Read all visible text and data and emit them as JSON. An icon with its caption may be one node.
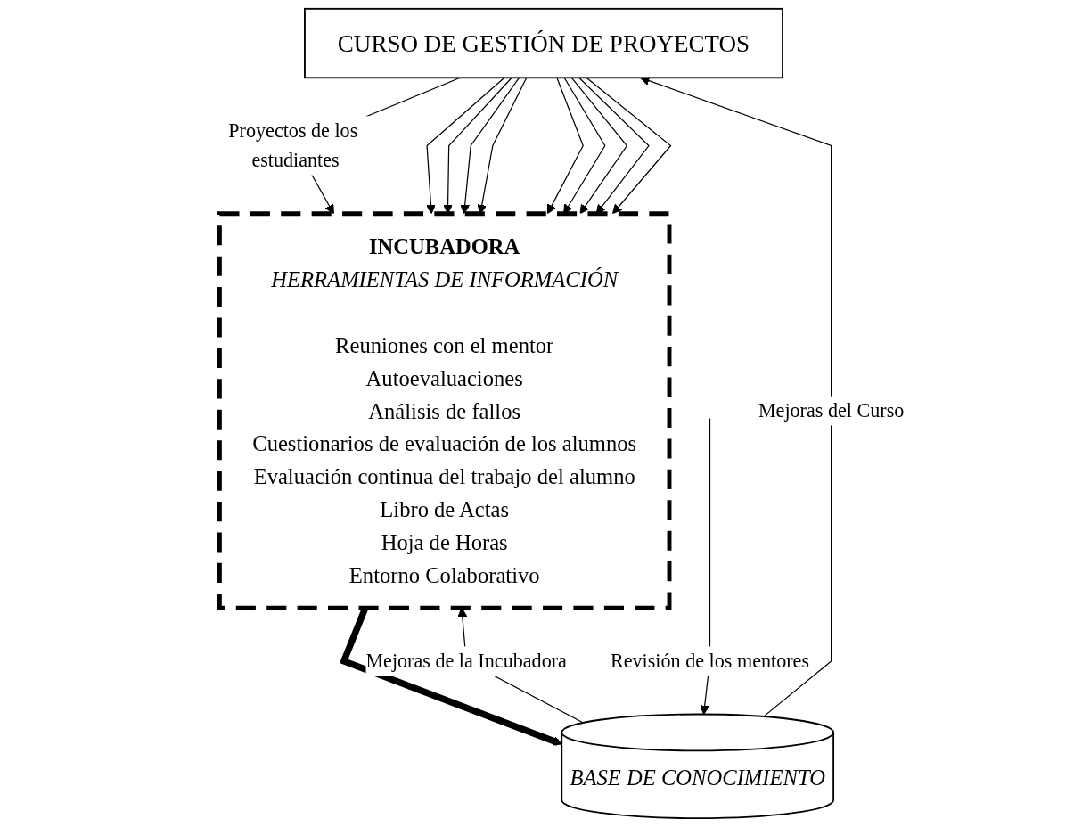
{
  "diagram": {
    "nodes": [
      {
        "text": [
          "CURSO DE GESTIÓN DE PROYECTOS"
        ]
      },
      {
        "text": [
          "INCUBADORA",
          "HERRAMIENTAS DE INFORMACIÓN",
          "Reuniones con el mentor",
          "Autoevaluaciones",
          "Análisis de fallos",
          "Cuestionarios de evaluación de los alumnos",
          "Evaluación continua del trabajo del alumno",
          "Libro de Actas",
          "Hoja de Horas",
          "Entorno Colaborativo"
        ]
      },
      {
        "text": [
          "BASE DE CONOCIMIENTO"
        ]
      }
    ],
    "edges": [
      {
        "from": 0,
        "to": 1,
        "arrow": "to",
        "label": "Proyectos de los estudiantes"
      },
      {
        "from": 0,
        "to": 1,
        "arrow": "to"
      },
      {
        "from": 0,
        "to": 1,
        "arrow": "to"
      },
      {
        "from": 0,
        "to": 1,
        "arrow": "to"
      },
      {
        "from": 0,
        "to": 1,
        "arrow": "to"
      },
      {
        "from": 0,
        "to": 1,
        "arrow": "to"
      },
      {
        "from": 0,
        "to": 1,
        "arrow": "to"
      },
      {
        "from": 0,
        "to": 1,
        "arrow": "to"
      },
      {
        "from": 0,
        "to": 1,
        "arrow": "to"
      },
      {
        "from": 0,
        "to": 1,
        "arrow": "to"
      },
      {
        "from": 1,
        "to": 2,
        "arrow": "to",
        "style": "thick"
      },
      {
        "from": null,
        "to": 2,
        "arrow": "to",
        "label": "Revisión de los mentores"
      },
      {
        "from": 2,
        "to": 0,
        "arrow": "to",
        "label": "Mejoras del Curso"
      },
      {
        "from": 2,
        "to": 1,
        "arrow": "to",
        "label": "Mejoras de la Incubadora"
      }
    ]
  }
}
